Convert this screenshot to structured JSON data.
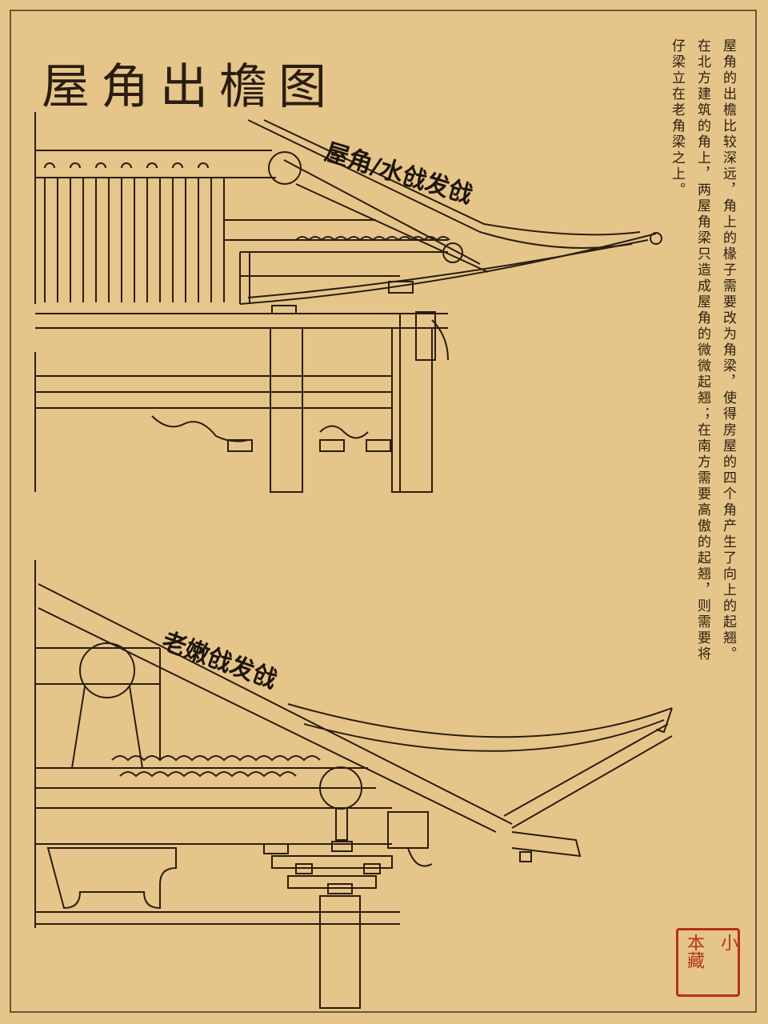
{
  "title": "屋角出檐图",
  "description_columns": [
    "屋角的出檐比较深远，角上的椽子需要改为角梁，使得房屋的四个角产生了向上的起翘。",
    "在北方建筑的角上，两屋角梁只造成屋角的微微起翘；在南方需要高傲的起翘，则需要将",
    "仔梁立在老角梁之上。"
  ],
  "labels": {
    "top_diagram": "屋角/水戗发戗",
    "bottom_diagram": "老嫩戗发戗"
  },
  "seal": {
    "line1": "小",
    "line2": "本藏"
  },
  "colors": {
    "paper": "#e6c58a",
    "ink": "#2a1d10",
    "seal": "#b5301e"
  }
}
